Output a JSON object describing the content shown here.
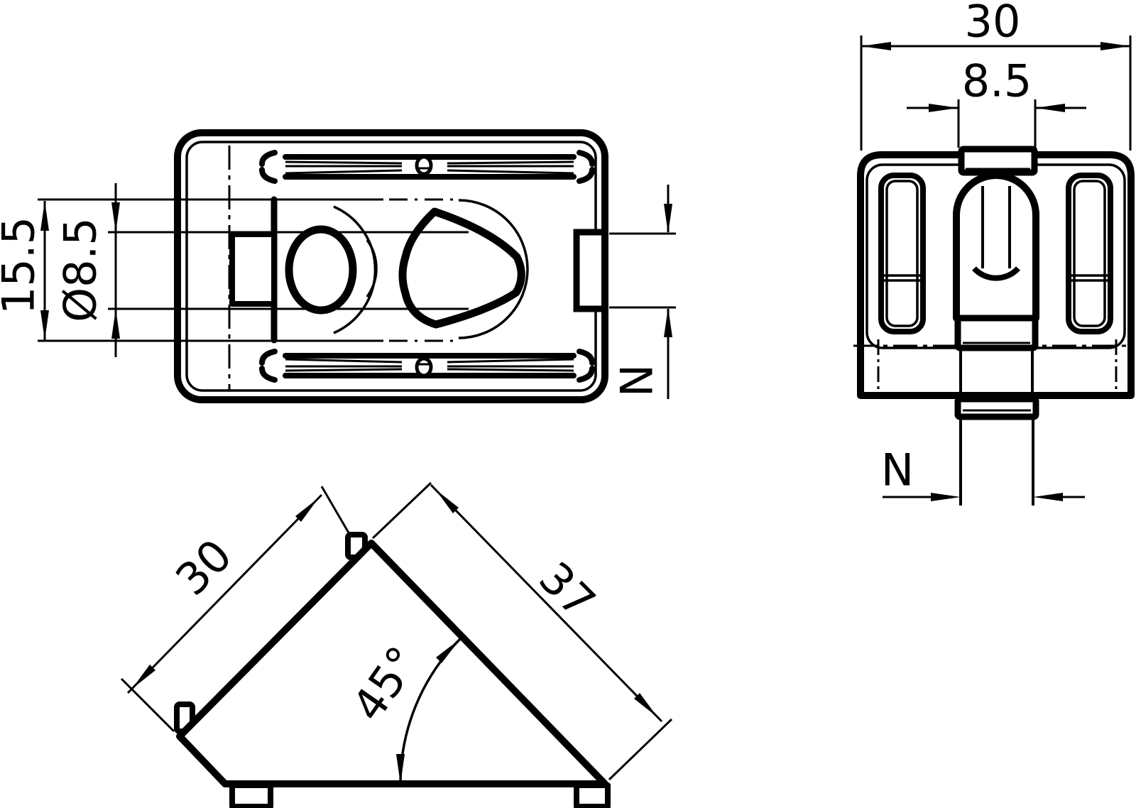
{
  "drawing": {
    "background_color": "#ffffff",
    "line_color": "#000000",
    "views": {
      "top_view": {
        "dim_face_height": "15.5",
        "dim_hole_diameter": "Ø8.5",
        "dim_tenon": "N"
      },
      "front_view": {
        "dim_overall_width": "30",
        "dim_tab_width": "8.5",
        "dim_tenon_width": "N"
      },
      "side_view": {
        "dim_edge_short": "30",
        "dim_edge_long": "37",
        "dim_angle": "45°"
      }
    }
  }
}
